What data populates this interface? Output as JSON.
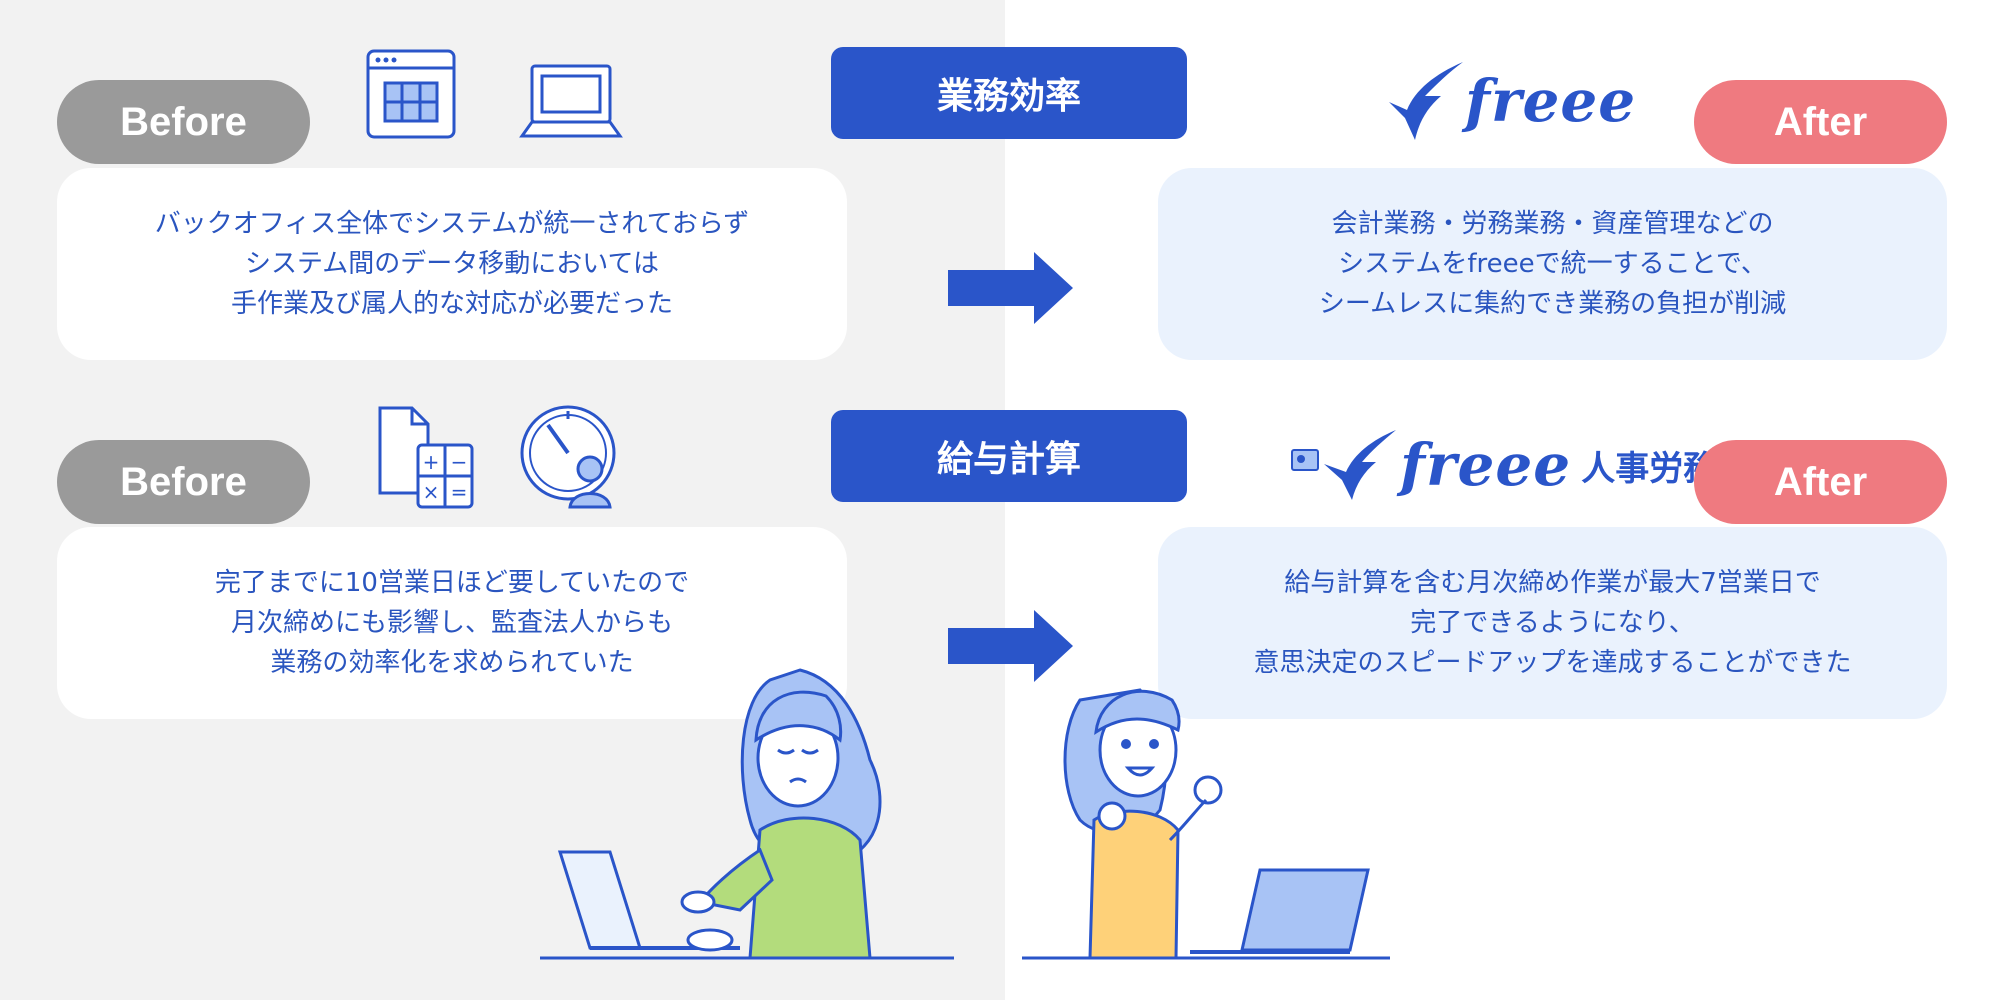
{
  "sections": [
    {
      "header": "業務効率",
      "before_label": "Before",
      "after_label": "After",
      "before_lines": [
        "バックオフィス全体でシステムが統一されておらず",
        "システム間のデータ移動においては",
        "手作業及び属人的な対応が必要だった"
      ],
      "after_lines": [
        "会計業務・労務業務・資産管理などの",
        "システムをfreeeで統一することで、",
        "シームレスに集約でき業務の負担が削減"
      ],
      "logo": {
        "wordmark": "freee",
        "sub": ""
      },
      "icons": [
        "spreadsheet-window-icon",
        "laptop-icon"
      ]
    },
    {
      "header": "給与計算",
      "before_label": "Before",
      "after_label": "After",
      "before_lines": [
        "完了までに10営業日ほど要していたので",
        "月次締めにも影響し、監査法人からも",
        "業務の効率化を求められていた"
      ],
      "after_lines": [
        "給与計算を含む月次締め作業が最大7営業日で",
        "完了できるようになり、",
        "意思決定のスピードアップを達成することができた"
      ],
      "logo": {
        "wordmark": "freee",
        "sub": "人事労務"
      },
      "icons": [
        "document-calculator-icon",
        "clock-person-icon"
      ]
    }
  ],
  "colors": {
    "accent": "#2a55c9",
    "before": "#9a9a9a",
    "after": "#ef7a80",
    "text": "#2a55bf",
    "card_right": "#eaf2fd",
    "left_bg": "#f2f2f2"
  },
  "illustrations": [
    "worried-woman-laptop-illustration",
    "happy-woman-laptop-illustration"
  ]
}
